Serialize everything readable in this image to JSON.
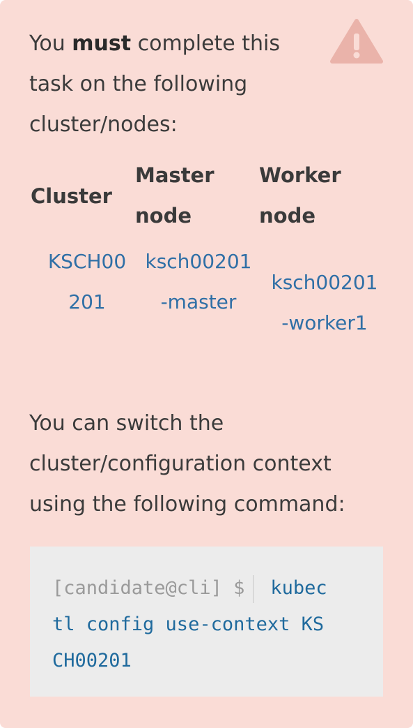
{
  "intro": {
    "before": "You ",
    "emphasis": "must",
    "line1_rest": " complete this",
    "line2": "task on the following",
    "line3": "cluster/nodes:"
  },
  "warning_icon": "warning-icon",
  "table": {
    "headers": {
      "cluster": "Cluster",
      "master_line1": "Master",
      "master_line2": "node",
      "worker_line1": "Worker",
      "worker_line2": "node"
    },
    "row": {
      "cluster_line1": "KSCH00",
      "cluster_line2": "201",
      "master_line1": "ksch00201",
      "master_line2": "-master",
      "worker_line1": "ksch00201",
      "worker_line2": "-worker1"
    }
  },
  "switch_text": {
    "line1": "You can switch the",
    "line2": "cluster/configuration context",
    "line3": "using the following command:"
  },
  "command": {
    "prompt": "[candidate@cli] $",
    "line1": "kubec",
    "line2": "tl config use-context KS",
    "line3": "CH00201"
  },
  "colors": {
    "panel_background": "#fadcd6",
    "link_blue": "#2f6fa6",
    "code_background": "#ececec"
  }
}
